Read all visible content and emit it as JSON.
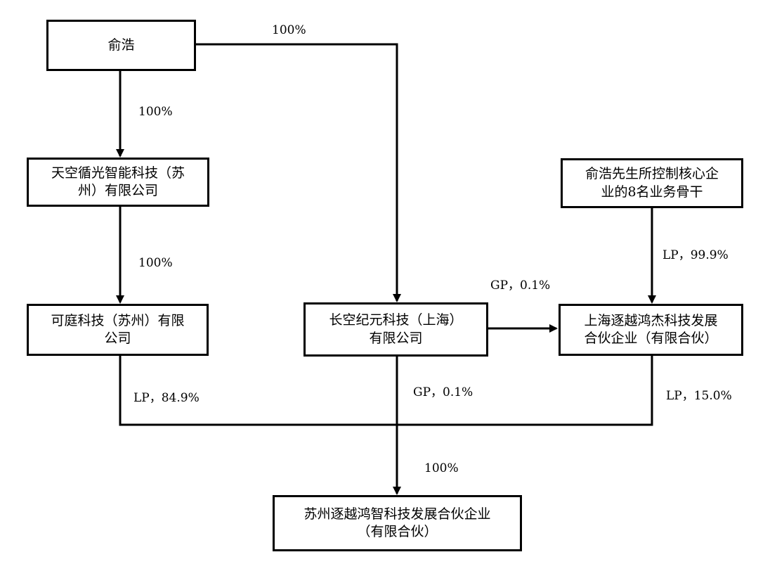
{
  "nodes": {
    "yu_hao": "俞浩",
    "tiankong": "天空循光智能科技（苏\n州）有限公司",
    "keting": "可庭科技（苏州）有限\n公司",
    "changkong": "长空纪元科技（上海）\n有限公司",
    "eight_staff": "俞浩先生所控制核心企\n业的8名业务骨干",
    "shanghai_zhuyue": "上海逐越鸿杰科技发展\n合伙企业（有限合伙）",
    "suzhou_zhuyue": "苏州逐越鸿智科技发展合伙企业\n（有限合伙）"
  },
  "edge_labels": {
    "yu_hao_to_changkong": "100%",
    "yu_hao_to_tiankong": "100%",
    "tiankong_to_keting": "100%",
    "changkong_to_shanghai": "GP，0.1%",
    "staff_to_shanghai": "LP，99.9%",
    "keting_to_suzhou": "LP，84.9%",
    "changkong_to_suzhou": "GP，0.1%",
    "shanghai_to_suzhou": "LP，15.0%",
    "total_to_suzhou": "100%"
  },
  "colors": {
    "line": "#000000",
    "box_border": "#000000",
    "background": "#ffffff"
  }
}
